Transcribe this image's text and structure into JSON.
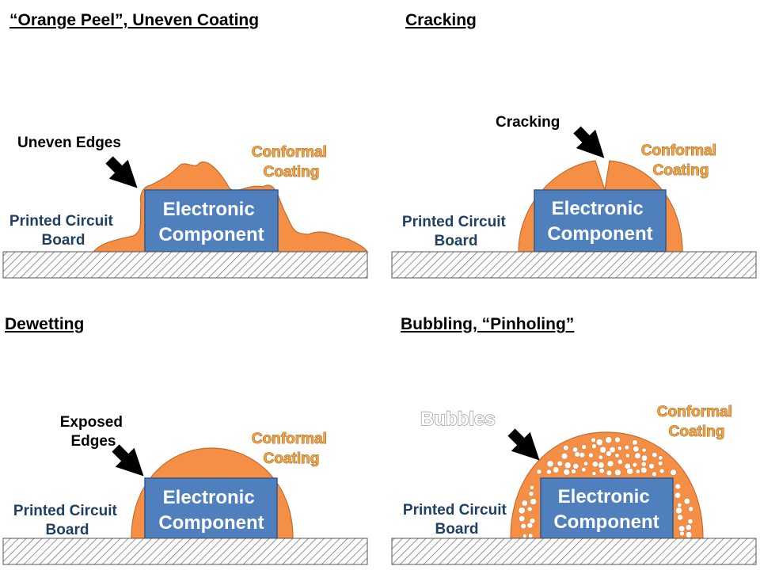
{
  "panels": {
    "orange_peel": {
      "title": "“Orange Peel”, Uneven Coating",
      "arrow_label": "Uneven Edges",
      "coating_label": [
        "Conformal",
        "Coating"
      ],
      "component_label": [
        "Electronic",
        "Component"
      ],
      "board_label": [
        "Printed Circuit",
        "Board"
      ]
    },
    "cracking": {
      "title": "Cracking",
      "arrow_label": "Cracking",
      "coating_label": [
        "Conformal",
        "Coating"
      ],
      "component_label": [
        "Electronic",
        "Component"
      ],
      "board_label": [
        "Printed Circuit",
        "Board"
      ]
    },
    "dewetting": {
      "title": "Dewetting",
      "arrow_label": [
        "Exposed",
        "Edges"
      ],
      "coating_label": [
        "Conformal",
        "Coating"
      ],
      "component_label": [
        "Electronic",
        "Component"
      ],
      "board_label": [
        "Printed Circuit",
        "Board"
      ]
    },
    "bubbling": {
      "title": "Bubbling, “Pinholing”",
      "arrow_label": "Bubbles",
      "coating_label": [
        "Conformal",
        "Coating"
      ],
      "component_label": [
        "Electronic",
        "Component"
      ],
      "board_label": [
        "Printed Circuit",
        "Board"
      ]
    }
  },
  "colors": {
    "coating": "#f58f45",
    "coating_outline": "#c86a2c",
    "component": "#4f7fbd",
    "component_outline": "#2f5a8f",
    "board_stroke": "#555555",
    "label_text": "#1f3f63",
    "coating_text": "#f6a13a"
  }
}
